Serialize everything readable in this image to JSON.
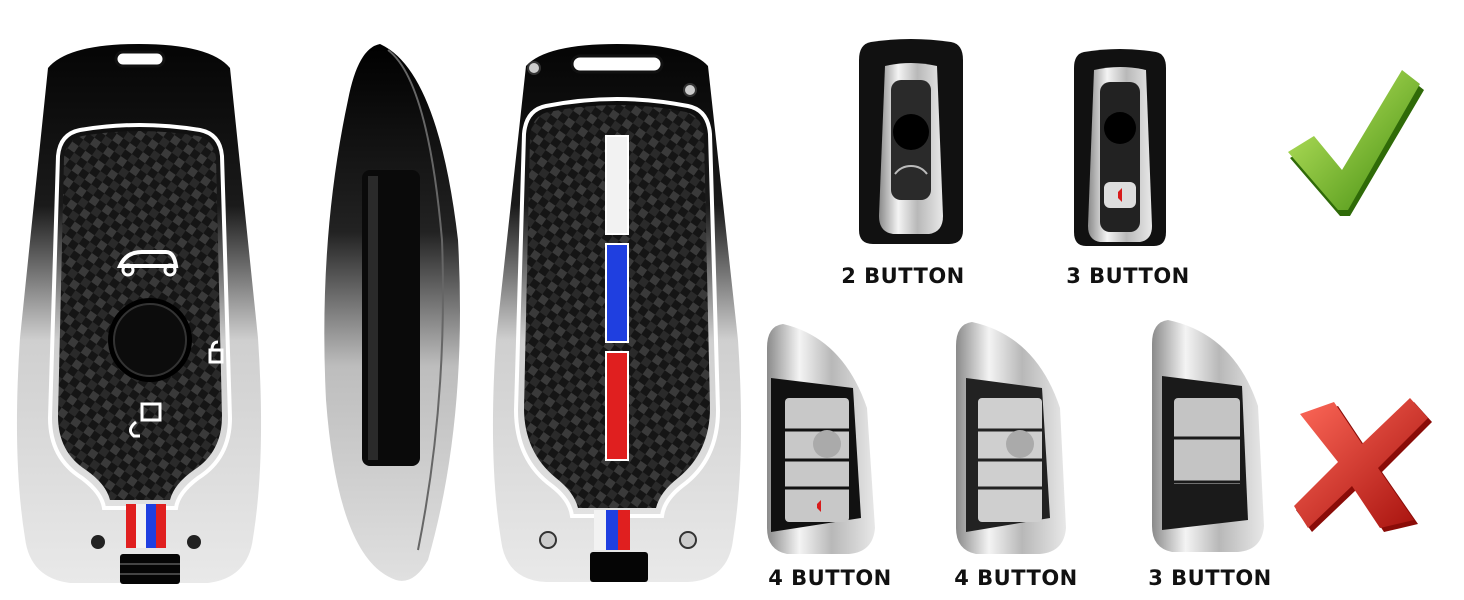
{
  "colors": {
    "stripe_white": "#f2f2f2",
    "stripe_blue": "#1f3fe0",
    "stripe_red": "#e01f1f",
    "check_green": "#7fc418",
    "cross_red": "#e2201c"
  },
  "product_views": [
    {
      "view": "front",
      "icons": [
        "trunk-icon",
        "lock-icon",
        "unlock-icon"
      ]
    },
    {
      "view": "side"
    },
    {
      "view": "back"
    }
  ],
  "compatible": {
    "indicator_icon": "checkmark-icon",
    "keys": [
      {
        "caption": "2 BUTTON"
      },
      {
        "caption": "3 BUTTON"
      }
    ]
  },
  "incompatible": {
    "indicator_icon": "cross-icon",
    "keys": [
      {
        "caption": "4 BUTTON"
      },
      {
        "caption": "4 BUTTON"
      },
      {
        "caption": "3 BUTTON"
      }
    ]
  }
}
